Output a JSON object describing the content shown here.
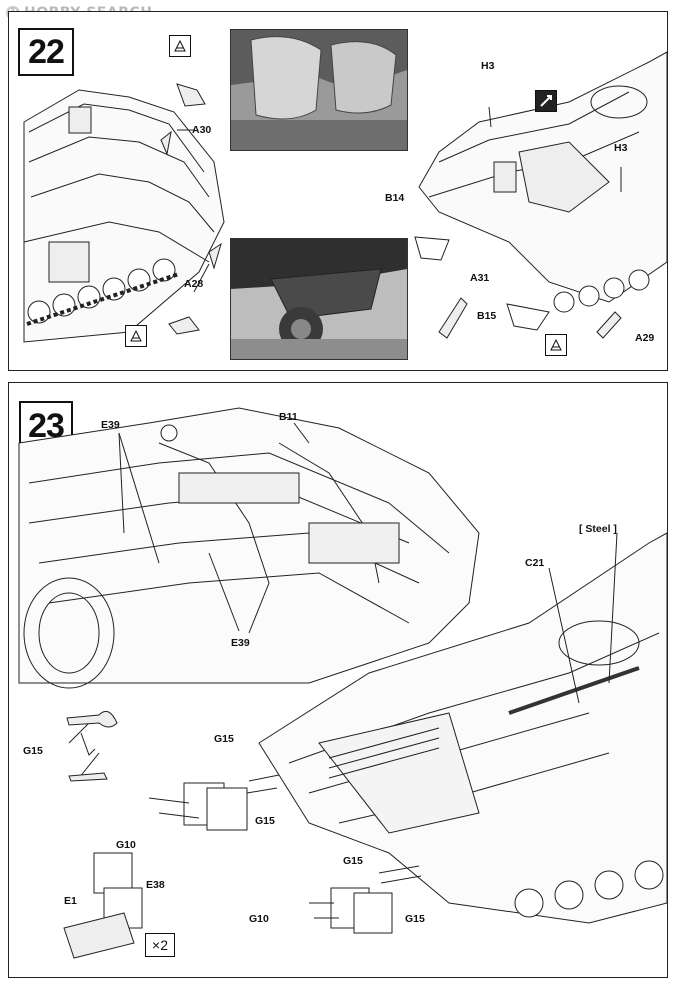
{
  "watermark": {
    "text": "HOBBY SEARCH",
    "badge": "H"
  },
  "step22": {
    "number": "22",
    "labels": {
      "a30": "A30",
      "a28": "A28",
      "h3_top": "H3",
      "h3_right": "H3",
      "b14": "B14",
      "a31": "A31",
      "b15": "B15",
      "a29": "A29"
    },
    "icons": [
      "glue-icon",
      "glue-icon",
      "glue-icon",
      "cement-icon"
    ]
  },
  "step23": {
    "number": "23",
    "labels": {
      "e39_top": "E39",
      "b11": "B11",
      "e39_bottom": "E39",
      "steel": "[ Steel ]",
      "c21": "C21",
      "g15_left": "G15",
      "g15_top": "G15",
      "g15_mid": "G15",
      "g10_left": "G10",
      "g15_bottom": "G15",
      "g15_right": "G15",
      "g10_bottom": "G10",
      "e38": "E38",
      "e1": "E1"
    },
    "multiplier": "×2"
  },
  "colors": {
    "ink": "#111111",
    "photo_dark": "#3a3a3a",
    "photo_light": "#d9d9d9",
    "watermark": "#b9b9b9"
  }
}
